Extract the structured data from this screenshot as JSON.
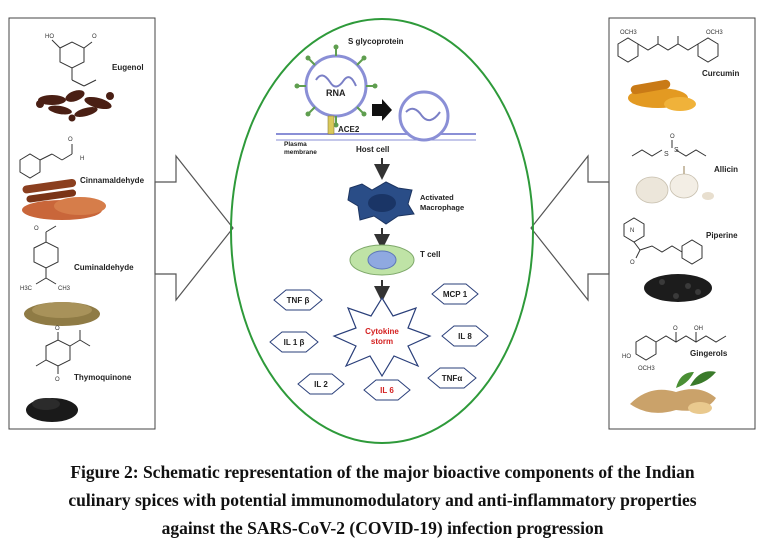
{
  "left_panel": {
    "compounds": [
      {
        "name": "Eugenol",
        "food": "clove-buds"
      },
      {
        "name": "Cinnamaldehyde",
        "food": "cinnamon"
      },
      {
        "name": "Cuminaldehyde",
        "food": "cumin-seeds"
      },
      {
        "name": "Thymoquinone",
        "food": "black-seeds"
      }
    ]
  },
  "right_panel": {
    "compounds": [
      {
        "name": "Curcumin",
        "food": "turmeric"
      },
      {
        "name": "Allicin",
        "food": "garlic"
      },
      {
        "name": "Piperine",
        "food": "black-pepper"
      },
      {
        "name": "Gingerols",
        "food": "ginger"
      }
    ]
  },
  "center": {
    "virus_label": "S glycoprotein",
    "rna_label": "RNA",
    "receptor_label": "ACE2",
    "membrane_label_1": "Plasma",
    "membrane_label_2": "membrane",
    "host_cell_label": "Host cell",
    "macrophage_label_1": "Activated",
    "macrophage_label_2": "Macrophage",
    "tcell_label": "T cell",
    "storm_label_1": "Cytokine",
    "storm_label_2": "storm",
    "cytokines": [
      "TNF β",
      "MCP 1",
      "IL 1 β",
      "IL 8",
      "IL 2",
      "IL 6",
      "TNFα"
    ]
  },
  "colors": {
    "ellipse": "#2e9a3a",
    "virus_membrane": "#8a8fd6",
    "macrophage": "#2a4d87",
    "tcell_outer": "#bfe3a6",
    "tcell_inner": "#8fa9e0",
    "storm_text": "#d42020",
    "il6_text": "#d42020",
    "hexagon_stroke": "#2a3f7a"
  },
  "caption": {
    "line1": "Figure 2: Schematic representation of the major bioactive components of the Indian",
    "line2": "culinary spices with potential immunomodulatory and anti-inflammatory properties",
    "line3": "against the SARS-CoV-2 (COVID-19) infection progression"
  }
}
